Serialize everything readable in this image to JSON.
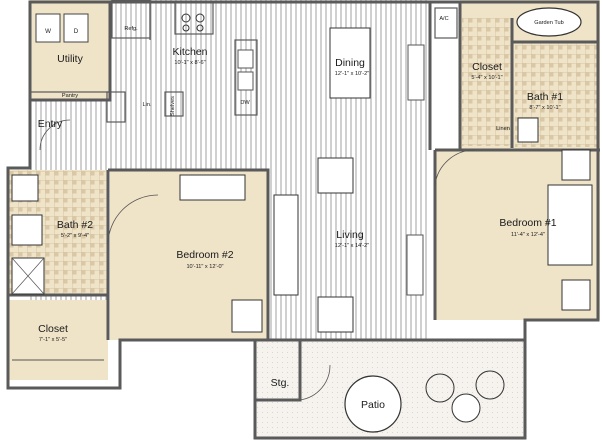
{
  "rooms": {
    "utility": {
      "name": "Utility"
    },
    "pantry": {
      "name": "Pantry"
    },
    "kitchen": {
      "name": "Kitchen",
      "dims": "10'-1\" x 8'-6\""
    },
    "dining": {
      "name": "Dining",
      "dims": "12'-1\" x 10'-2\""
    },
    "entry": {
      "name": "Entry"
    },
    "closet_master": {
      "name": "Closet",
      "dims": "5'-4\" x 10'-1\""
    },
    "bath1": {
      "name": "Bath #1",
      "dims": "8'-7\" x 10'-1\""
    },
    "bath2": {
      "name": "Bath #2",
      "dims": "5'-2\" x 9'-4\""
    },
    "bedroom2": {
      "name": "Bedroom #2",
      "dims": "10'-11\" x 12'-0\""
    },
    "bedroom1": {
      "name": "Bedroom #1",
      "dims": "11'-4\" x 12'-4\""
    },
    "living": {
      "name": "Living",
      "dims": "12'-1\" x 14'-2\""
    },
    "closet2": {
      "name": "Closet",
      "dims": "7'-1\" x 5'-5\""
    },
    "storage": {
      "name": "Stg."
    },
    "patio": {
      "name": "Patio"
    }
  },
  "fixtures": {
    "washer": "W",
    "dryer": "D",
    "refrigerator": "Refg.",
    "dishwasher": "DW",
    "linen": "Lin.",
    "shelves": "Shelves",
    "garden_tub": "Garden Tub",
    "ac": "A/C",
    "linen_master": "Linen"
  },
  "colors": {
    "wall": "#5a5a5a",
    "floor_tan": "#efe3c8",
    "stripe": "#8a8a8a",
    "tile": "#c9b9a0"
  }
}
